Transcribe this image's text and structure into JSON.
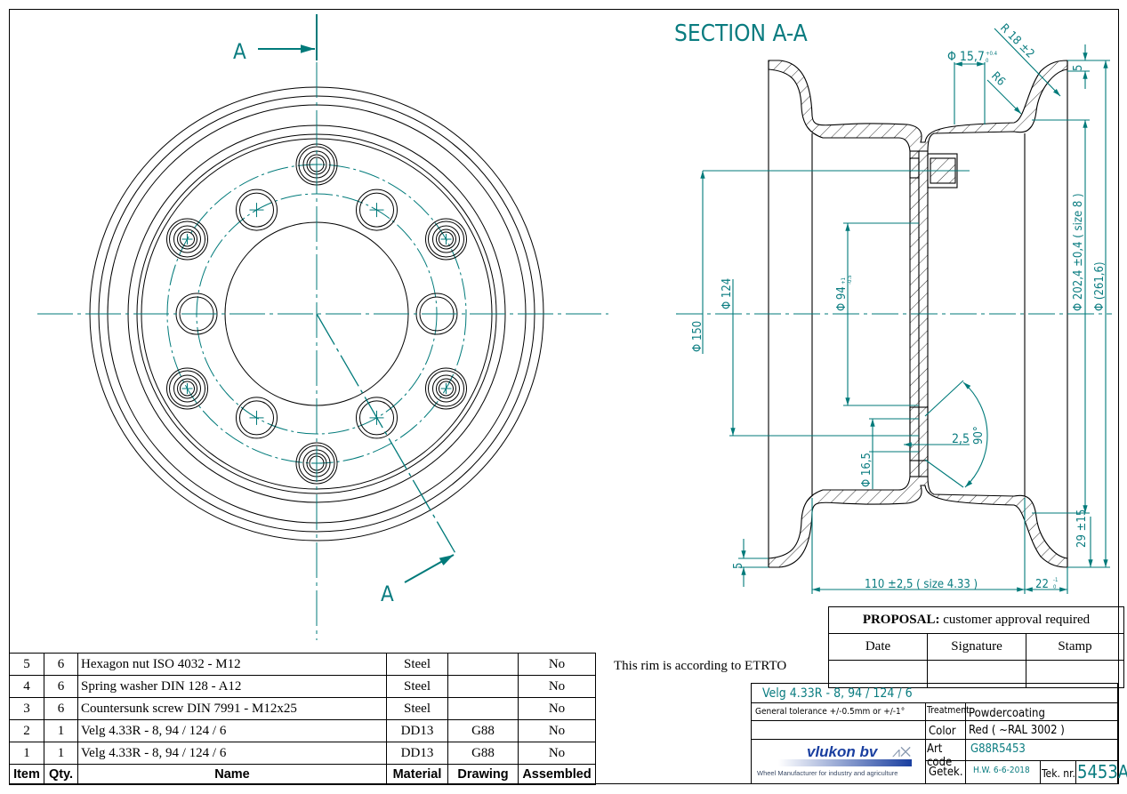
{
  "drawing": {
    "section_title": "SECTION A-A",
    "section_marker_top": "A",
    "section_marker_bottom": "A",
    "line_color": "#000000",
    "dimension_color": "#007a7a",
    "dimensions": {
      "d157": "Φ 15,7",
      "d157_tol_upper": "+0.4",
      "d157_tol_lower": "0",
      "r18": "R 18 ±2",
      "r6": "R6",
      "flange_height_top": "5",
      "flange_height_bottom": "5",
      "d2024": "Φ 202,4 ±0,4  ( size 8 )",
      "d2616": "Φ (261,6)",
      "d150": "Φ 150",
      "d124": "Φ 124",
      "d94": "Φ 94",
      "d94_tol_upper": "+1",
      "d94_tol_lower": "-0.5",
      "d165": "Φ 16,5",
      "chamfer_width": "2,5",
      "chamfer_angle": "90°",
      "width_110": "110 ±2,5  ( size 4.33 )",
      "flange_22": "22",
      "flange_22_tol_upper": "-1",
      "flange_22_tol_lower": "0",
      "offset_29": "29 ±15"
    }
  },
  "bom": {
    "headers": [
      "Item",
      "Qty.",
      "Name",
      "Material",
      "Drawing",
      "Assembled"
    ],
    "rows": [
      {
        "item": "5",
        "qty": "6",
        "name": "Hexagon nut ISO 4032 - M12",
        "material": "Steel",
        "drawing": "",
        "assembled": "No"
      },
      {
        "item": "4",
        "qty": "6",
        "name": "Spring washer DIN 128 - A12",
        "material": "Steel",
        "drawing": "",
        "assembled": "No"
      },
      {
        "item": "3",
        "qty": "6",
        "name": "Countersunk screw DIN 7991 - M12x25",
        "material": "Steel",
        "drawing": "",
        "assembled": "No"
      },
      {
        "item": "2",
        "qty": "1",
        "name": " Velg 4.33R - 8,  94 / 124 / 6",
        "material": "DD13",
        "drawing": "G88",
        "assembled": "No"
      },
      {
        "item": "1",
        "qty": "1",
        "name": " Velg 4.33R - 8,  94 / 124 / 6",
        "material": "DD13",
        "drawing": "G88",
        "assembled": "No"
      }
    ]
  },
  "note": "This rim is according to ETRTO",
  "approval": {
    "title_bold": "PROPOSAL:",
    "title_rest": " customer approval required",
    "columns": [
      "Date",
      "Signature",
      "Stamp"
    ]
  },
  "title_block": {
    "part_title": "Velg 4.33R - 8,  94 / 124 / 6",
    "tolerance": "General tolerance +/-0.5mm or +/-1°",
    "treatment_label": "Treatment",
    "treatment_value": "Powdercoating",
    "color_label": "Color",
    "color_value": "Red ( ~RAL 3002 )",
    "artcode_label": "Art code",
    "artcode_value": "G88R5453",
    "drawn_label": "Getek.",
    "drawn_value": "H.W. 6-6-2018",
    "drawing_no_label": "Tek. nr.",
    "drawing_no_value": "5453A",
    "company_name": "vlukon bv",
    "company_tagline": "Wheel Manufacturer for industry and agriculture",
    "brand_color": "#1a3fa0"
  }
}
